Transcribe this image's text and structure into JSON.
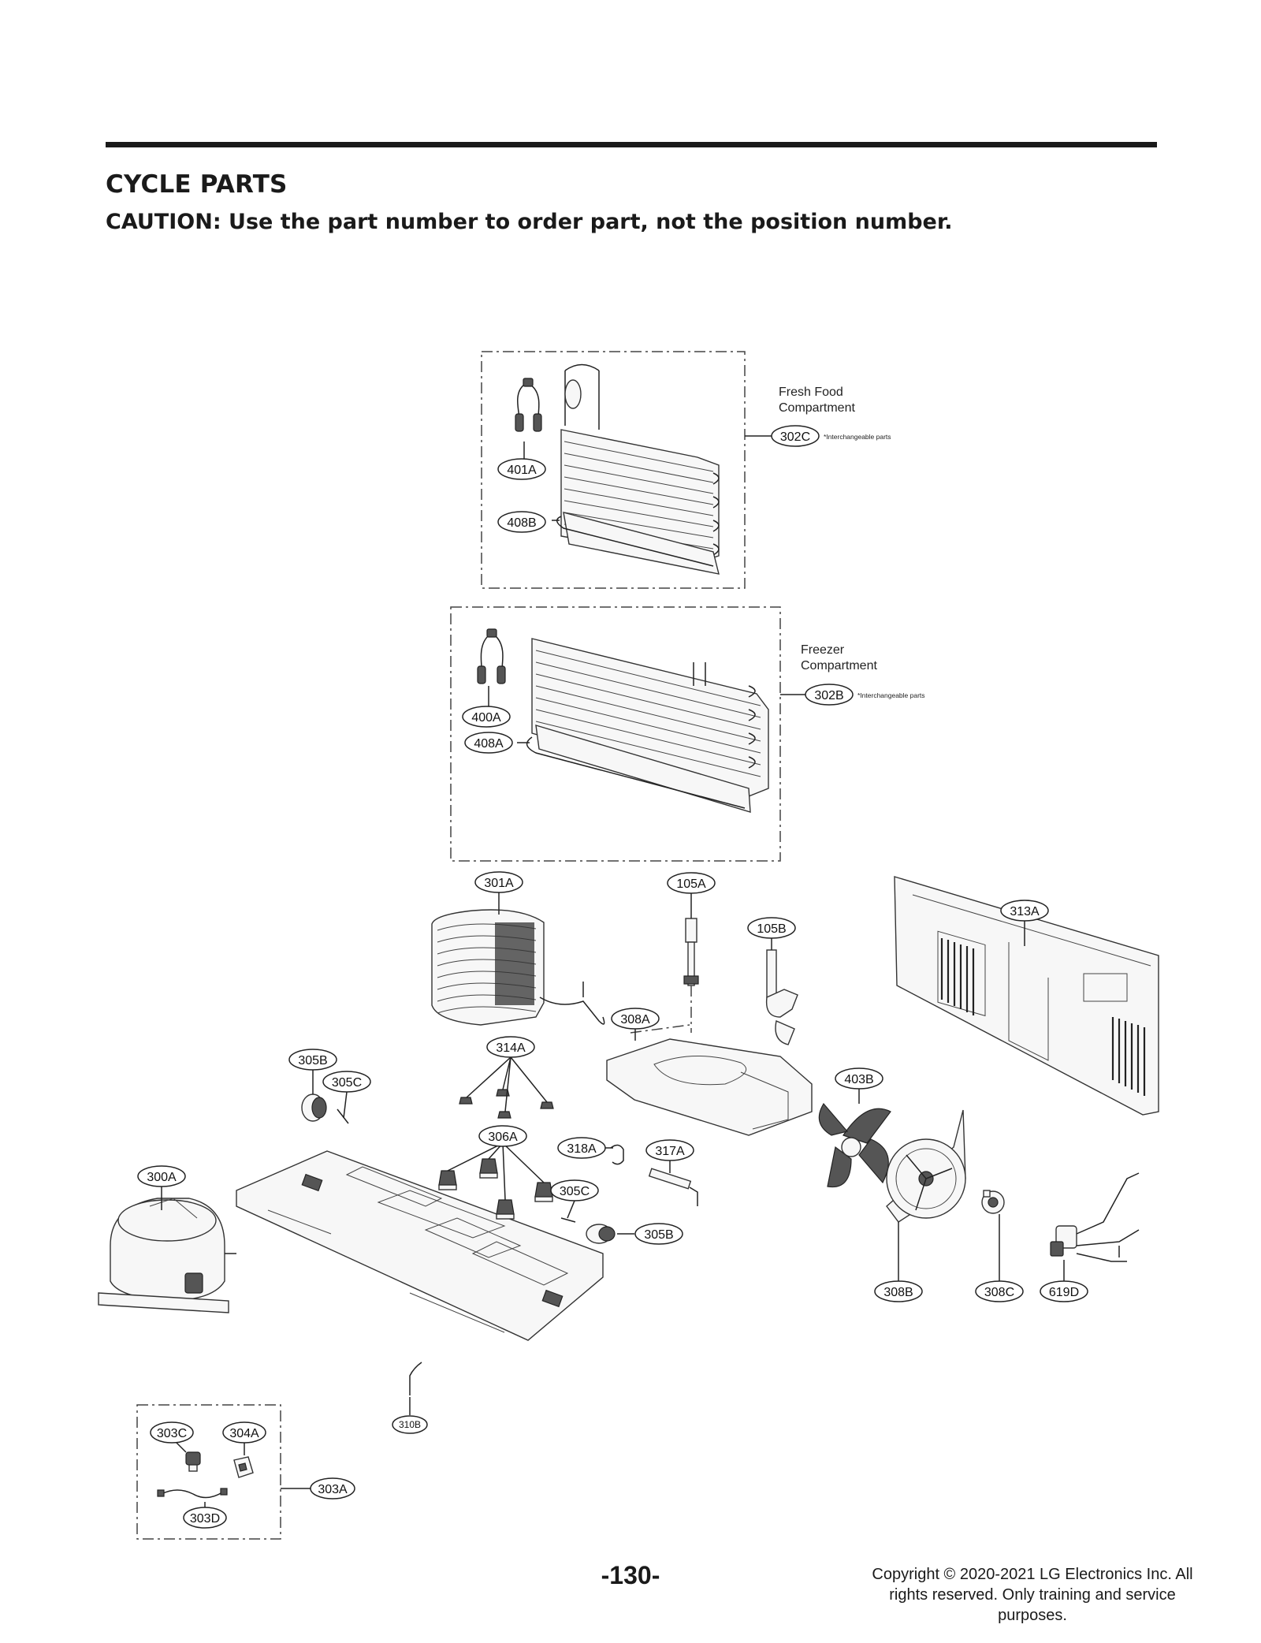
{
  "header": {
    "title": "CYCLE PARTS",
    "caution": "CAUTION: Use the part number to order part, not the position number."
  },
  "diagram": {
    "groups": {
      "fresh_food": {
        "title_line1": "Fresh Food",
        "title_line2": "Compartment",
        "callout": "302C",
        "note": "*Interchangeable parts"
      },
      "freezer": {
        "title_line1": "Freezer",
        "title_line2": "Compartment",
        "callout": "302B",
        "note": "*Interchangeable parts"
      }
    },
    "callouts": {
      "c401A": "401A",
      "c408B": "408B",
      "c400A": "400A",
      "c408A": "408A",
      "c301A": "301A",
      "c105A": "105A",
      "c105B": "105B",
      "c313A": "313A",
      "c308A": "308A",
      "c314A": "314A",
      "c305B_top": "305B",
      "c305C_top": "305C",
      "c403B": "403B",
      "c306A": "306A",
      "c318A": "318A",
      "c317A": "317A",
      "c300A": "300A",
      "c305C_bottom": "305C",
      "c305B_bottom": "305B",
      "c308B": "308B",
      "c308C": "308C",
      "c619D": "619D",
      "c310B": "310B",
      "c303C": "303C",
      "c304A": "304A",
      "c303A": "303A",
      "c303D": "303D"
    }
  },
  "footer": {
    "page_number": "-130-",
    "copyright_line1": "Copyright © 2020-2021 LG Electronics Inc. All",
    "copyright_line2": "rights reserved. Only training and service",
    "copyright_line3": "purposes."
  }
}
